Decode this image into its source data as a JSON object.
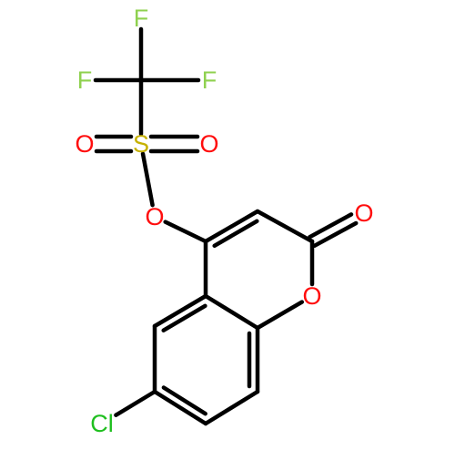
{
  "molecule": {
    "atoms": {
      "F_top": {
        "symbol": "F",
        "color": "#8fd14f"
      },
      "F_left": {
        "symbol": "F",
        "color": "#8fd14f"
      },
      "F_right": {
        "symbol": "F",
        "color": "#8fd14f"
      },
      "S": {
        "symbol": "S",
        "color": "#c6b100"
      },
      "O_sulfonyl_left": {
        "symbol": "O",
        "color": "#ff0d0d"
      },
      "O_sulfonyl_right": {
        "symbol": "O",
        "color": "#ff0d0d"
      },
      "O_ester": {
        "symbol": "O",
        "color": "#ff0d0d"
      },
      "O_carbonyl": {
        "symbol": "O",
        "color": "#ff0d0d"
      },
      "O_ring": {
        "symbol": "O",
        "color": "#ff0d0d"
      },
      "Cl": {
        "symbol": "Cl",
        "color": "#1fbf1f"
      }
    },
    "bond_color": "#000000"
  }
}
